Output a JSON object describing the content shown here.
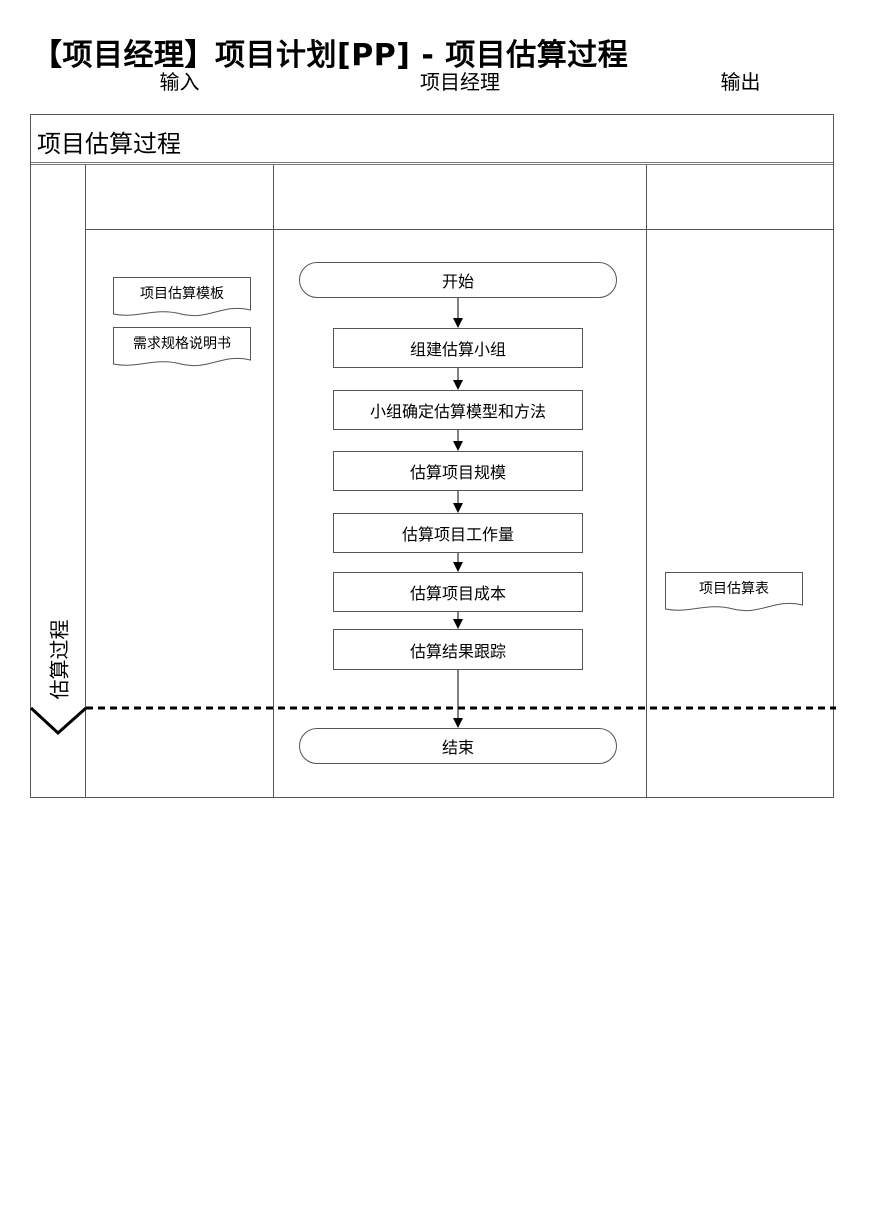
{
  "page": {
    "title": "【项目经理】项目计划[PP] -  项目估算过程"
  },
  "diagram": {
    "process_title": "项目估算过程",
    "lane_label": "估算过程",
    "columns": [
      "输入",
      "项目经理",
      "输出"
    ],
    "inputs": [
      "项目估算模板",
      "需求规格说明书"
    ],
    "start": "开始",
    "steps": [
      "组建估算小组",
      "小组确定估算模型和方法",
      "估算项目规模",
      "估算项目工作量",
      "估算项目成本",
      "估算结果跟踪"
    ],
    "end": "结束",
    "outputs": [
      "项目估算表"
    ]
  }
}
